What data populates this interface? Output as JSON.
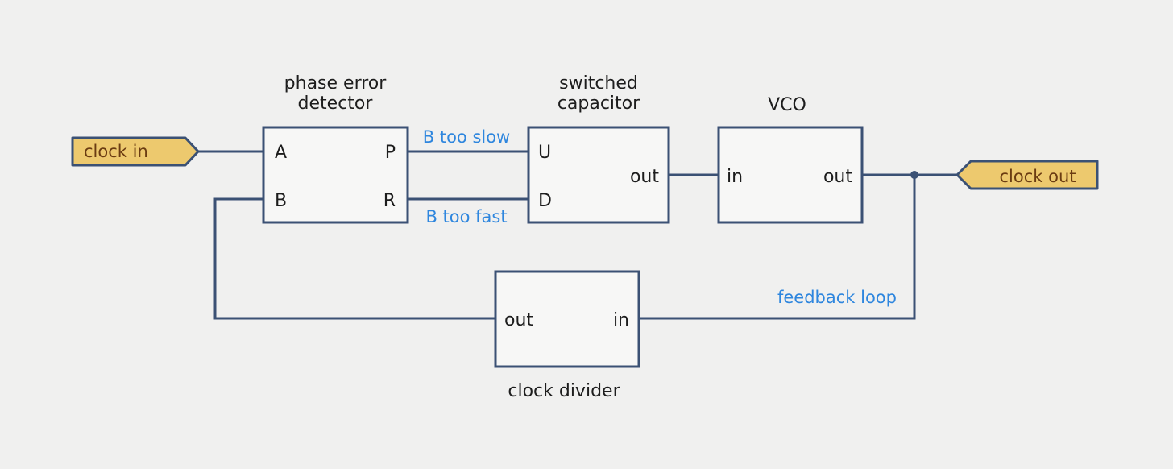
{
  "blocks": {
    "phase_detector": {
      "title_line1": "phase error",
      "title_line2": "detector",
      "port_a": "A",
      "port_b": "B",
      "port_p": "P",
      "port_r": "R"
    },
    "switched_capacitor": {
      "title_line1": "switched",
      "title_line2": "capacitor",
      "port_u": "U",
      "port_d": "D",
      "port_out": "out"
    },
    "vco": {
      "title": "VCO",
      "port_in": "in",
      "port_out": "out"
    },
    "clock_divider": {
      "title": "clock divider",
      "port_out": "out",
      "port_in": "in"
    }
  },
  "signals": {
    "b_too_slow": "B too slow",
    "b_too_fast": "B too fast",
    "feedback_loop": "feedback loop"
  },
  "tags": {
    "clock_in": "clock in",
    "clock_out": "clock out"
  },
  "colors": {
    "wire": "#3b5174",
    "annotation": "#2e86de",
    "tag_fill": "#edc96e",
    "background": "#f0f0ef"
  }
}
